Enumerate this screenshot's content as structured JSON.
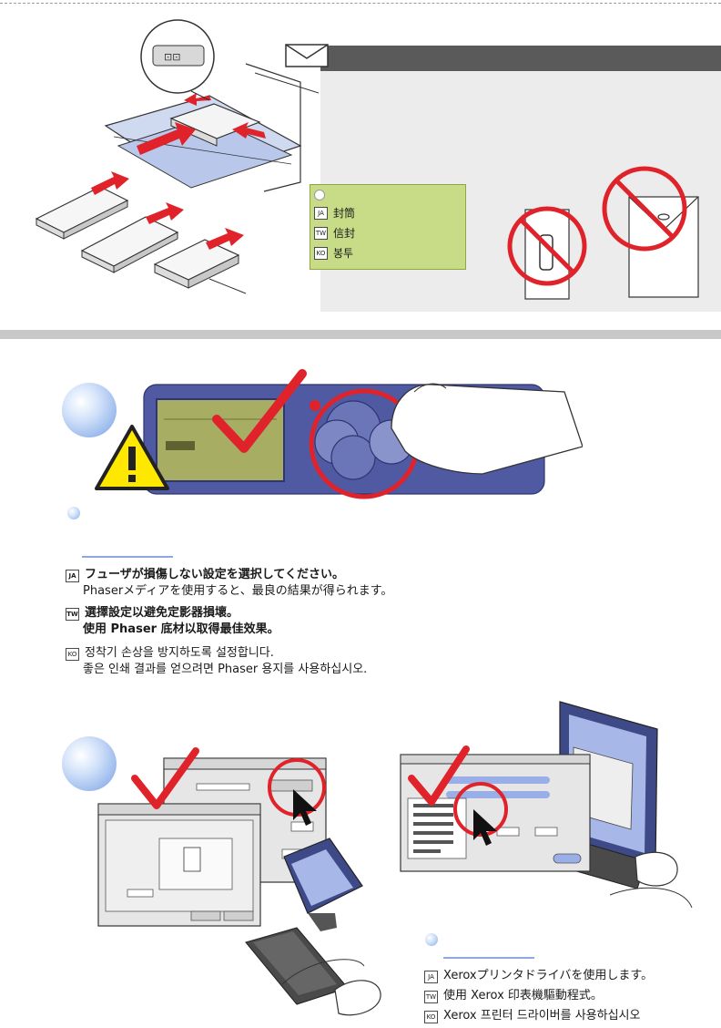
{
  "envelope_section": {
    "labels": [
      {
        "lang": "JA",
        "text": "封筒"
      },
      {
        "lang": "TW",
        "text": "信封"
      },
      {
        "lang": "KO",
        "text": "봉투"
      }
    ]
  },
  "step1": {
    "lines": [
      {
        "lang": "JA",
        "text": "フューザが損傷しない設定を選択してください。",
        "bold": true
      },
      {
        "lang": "",
        "text": "Phaserメディアを使用すると、最良の結果が得られます。",
        "bold": false
      },
      {
        "lang": "TW",
        "text": "選擇設定以避免定影器損壞。",
        "bold": true
      },
      {
        "lang": "",
        "text": "使用 Phaser 底材以取得最佳效果。",
        "bold": true
      },
      {
        "lang": "KO",
        "text": "정착기 손상을 방지하도록 설정합니다.",
        "bold": false
      },
      {
        "lang": "",
        "text": "좋은 인쇄 결과를 얻으려면 Phaser 용지를 사용하십시오.",
        "bold": false
      }
    ]
  },
  "step2": {
    "lines": [
      {
        "lang": "JA",
        "text": "Xeroxプリンタドライバを使用します。"
      },
      {
        "lang": "TW",
        "text": "使用 Xerox 印表機驅動程式。"
      },
      {
        "lang": "KO",
        "text": "Xerox 프린터 드라이버를 사용하십시오"
      }
    ]
  }
}
